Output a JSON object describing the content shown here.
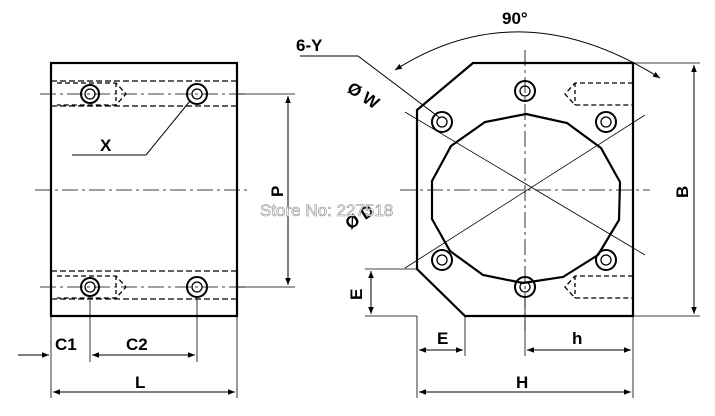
{
  "diagram": {
    "labels": {
      "angle": "90°",
      "holes": "6-Y",
      "bolt_circle": "Ø W",
      "bore": "Ø D",
      "x": "X",
      "p": "P",
      "b": "B",
      "e_vertical": "E",
      "c1": "C1",
      "c2": "C2",
      "l": "L",
      "e_horizontal": "E",
      "h_lower": "h",
      "h_upper": "H"
    },
    "watermark": "Store No: 227518"
  }
}
